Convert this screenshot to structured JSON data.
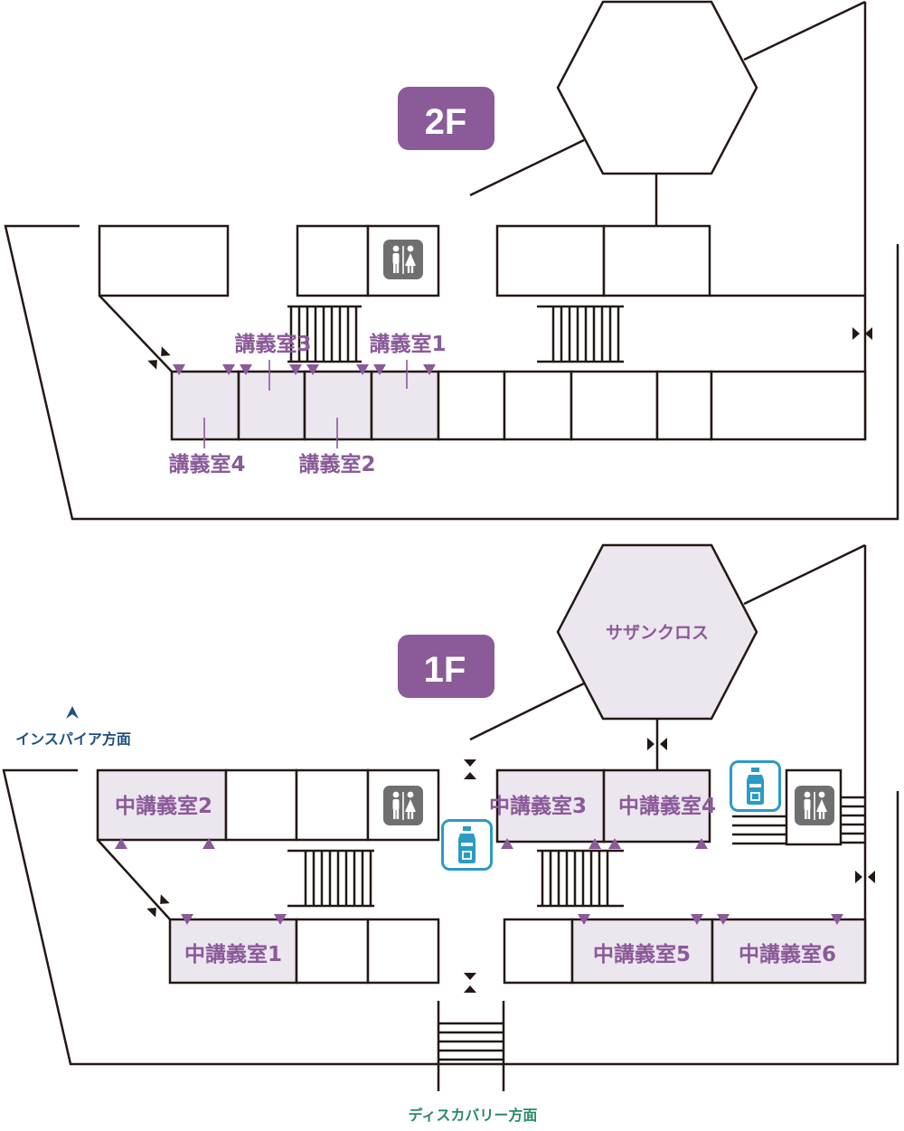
{
  "floors": {
    "f2": {
      "badge": "2F",
      "rooms": {
        "r1": "講義室1",
        "r2": "講義室2",
        "r3": "講義室3",
        "r4": "講義室4"
      }
    },
    "f1": {
      "badge": "1F",
      "hexagon": "サザンクロス",
      "rooms": {
        "r1": "中講義室1",
        "r2": "中講義室2",
        "r3": "中講義室3",
        "r4": "中講義室4",
        "r5": "中講義室5",
        "r6": "中講義室6"
      },
      "directions": {
        "inspire": "インスパイア方面",
        "discovery": "ディスカバリー方面"
      }
    }
  },
  "icons": {
    "restroom": "restroom-icon",
    "water": "water-bottle-icon",
    "door": "door-triangle-icon",
    "arrow": "double-arrow-icon"
  },
  "colors": {
    "accent": "#8a5a99",
    "room_fill": "#ece6ef",
    "line": "#231815",
    "restroom_bg": "#6f6f6f",
    "water_border": "#2a9bc4",
    "inspire": "#1f4f80",
    "discovery": "#2a8a66"
  }
}
